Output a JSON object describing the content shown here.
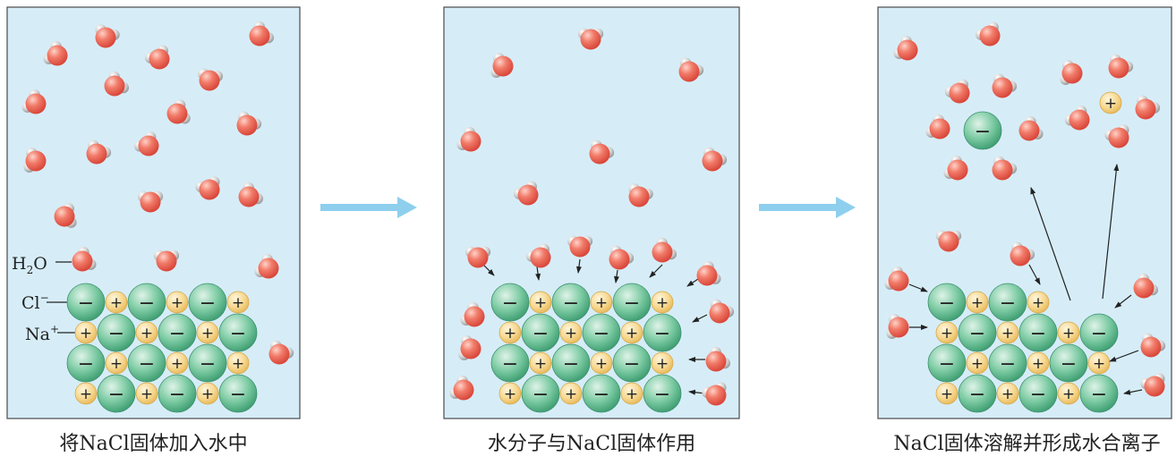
{
  "panels": [
    {
      "caption": "将NaCl固体加入水中"
    },
    {
      "caption": "水分子与NaCl固体作用"
    },
    {
      "caption": "NaCl固体溶解并形成水合离子"
    }
  ],
  "labels": {
    "water_formula": "H",
    "water_subscript": "2",
    "water_suffix": "O",
    "chloride_symbol": "Cl",
    "chloride_charge": "−",
    "sodium_symbol": "Na",
    "sodium_charge": "+"
  },
  "ion_signs": {
    "negative": "−",
    "positive": "+"
  },
  "colors": {
    "panel_fill": "#d6edf8",
    "panel_border": "#4a4a4a",
    "arrow": "#8ecfee",
    "oxygen": "#ef6a5a",
    "hydrogen": "#d0d0d0",
    "chloride_ion": "#5fbf8f",
    "sodium_ion": "#f5d27a"
  }
}
